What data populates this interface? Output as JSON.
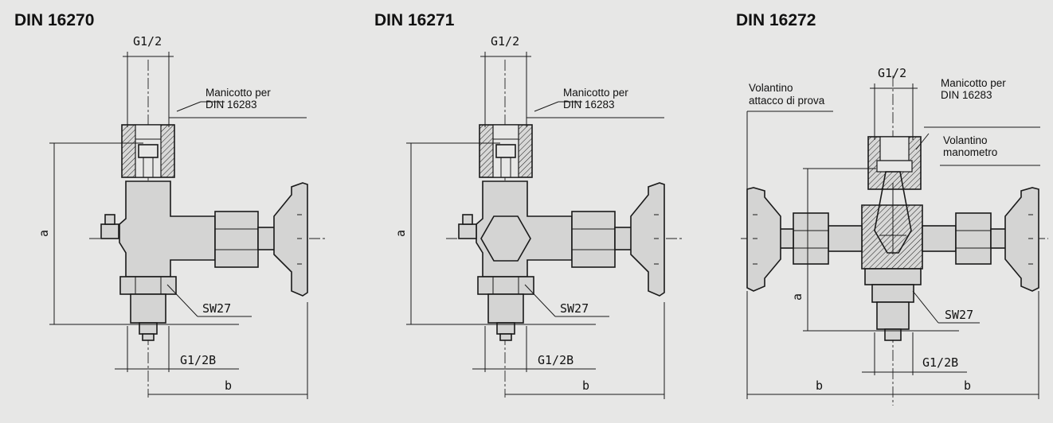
{
  "panels": [
    {
      "title": "DIN 16270",
      "top_thread": "G1/2",
      "bottom_thread": "G1/2B",
      "sleeve_label": [
        "Manicotto per",
        "DIN 16283"
      ],
      "wrench_size": "SW27",
      "dim_a": "a",
      "dim_b": "b"
    },
    {
      "title": "DIN 16271",
      "top_thread": "G1/2",
      "bottom_thread": "G1/2B",
      "sleeve_label": [
        "Manicotto per",
        "DIN 16283"
      ],
      "wrench_size": "SW27",
      "dim_a": "a",
      "dim_b": "b"
    },
    {
      "title": "DIN 16272",
      "top_thread": "G1/2",
      "bottom_thread": "G1/2B",
      "sleeve_label": [
        "Manicotto per",
        "DIN 16283"
      ],
      "test_handwheel_label": [
        "Volantino",
        "attacco di prova"
      ],
      "gauge_handwheel_label": [
        "Volantino",
        "manometro"
      ],
      "wrench_size": "SW27",
      "dim_a": "a",
      "dim_b_left": "b",
      "dim_b_right": "b"
    }
  ]
}
